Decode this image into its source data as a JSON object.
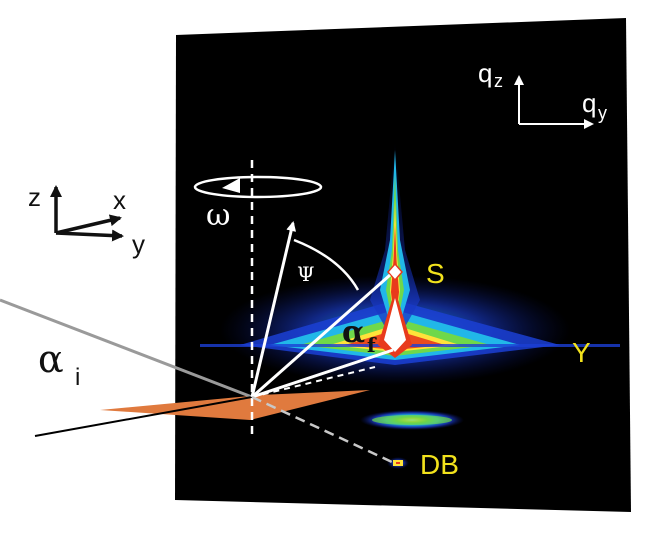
{
  "labels": {
    "omega": "ω",
    "psi": "Ψ",
    "alpha_i": "α",
    "alpha_i_sub": "i",
    "alpha_f": "α",
    "alpha_f_sub": "f",
    "axis_z": "z",
    "axis_x": "x",
    "axis_y": "y",
    "q_z": "q",
    "q_z_sub": "z",
    "q_y": "q",
    "q_y_sub": "y",
    "peak_s": "S",
    "peak_y": "Y",
    "peak_db": "DB"
  },
  "colors": {
    "detector_background": "#000000",
    "sample": "#e07a3e",
    "scatter_low": "#1b3fd4",
    "scatter_mid": "#21b7e8",
    "scatter_green": "#6fd84a",
    "scatter_yellow": "#ffe23a",
    "scatter_red": "#e83a1c",
    "peak_label": "#f2e21c"
  }
}
